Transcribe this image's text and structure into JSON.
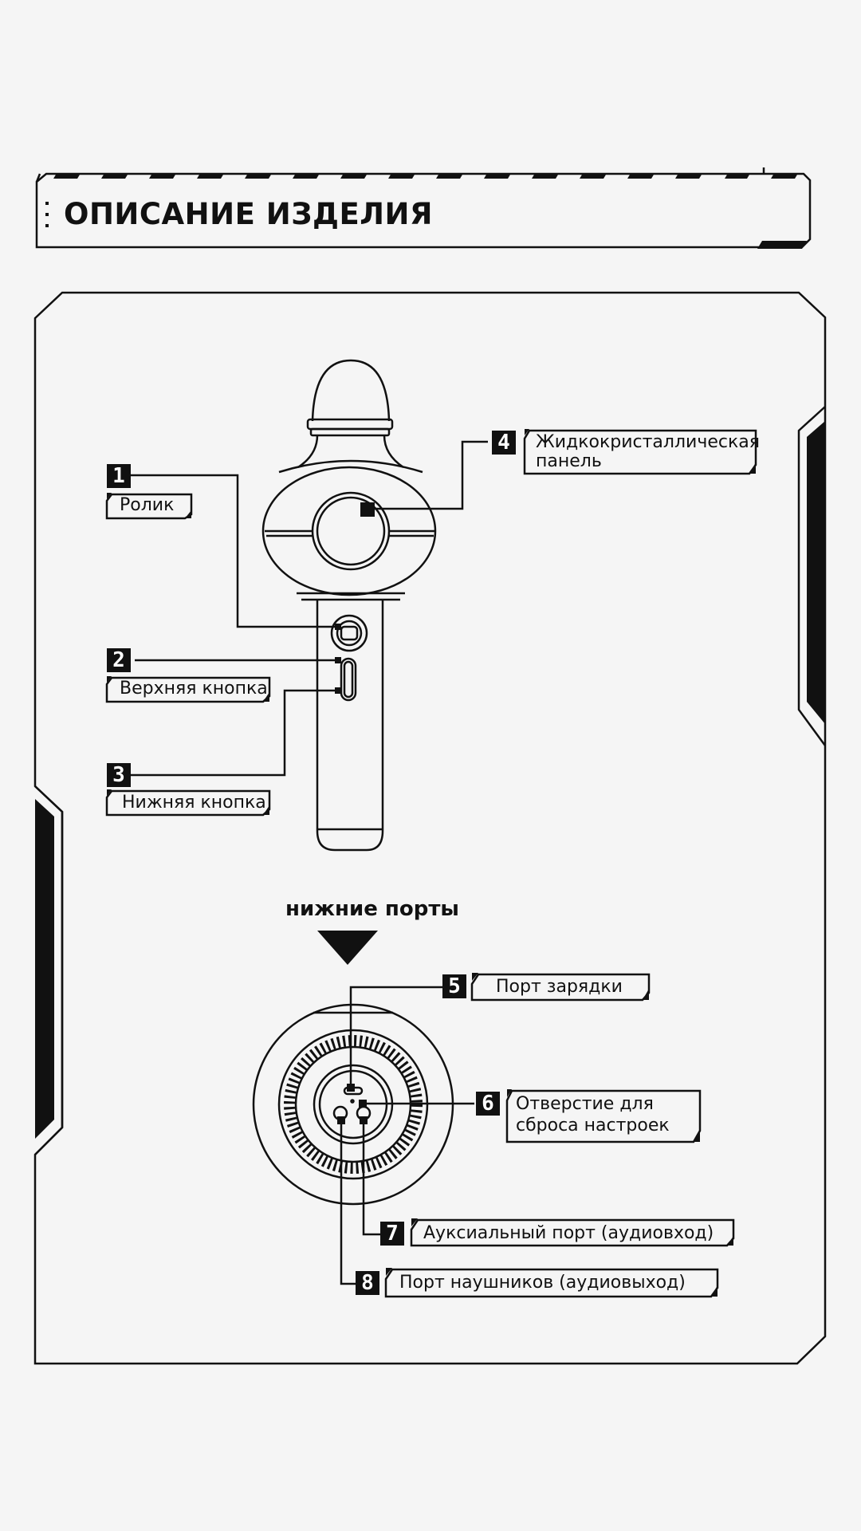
{
  "header": {
    "title": "ОПИСАНИЕ ИЗДЕЛИЯ"
  },
  "section": {
    "bottom_ports_title": "нижние порты"
  },
  "callouts": [
    {
      "num": "1",
      "label": "Ролик"
    },
    {
      "num": "2",
      "label": "Верхняя кнопка"
    },
    {
      "num": "3",
      "label": "Нижняя кнопка"
    },
    {
      "num": "4",
      "label_line1": "Жидкокристаллическая",
      "label_line2": "панель"
    },
    {
      "num": "5",
      "label": "Порт зарядки"
    },
    {
      "num": "6",
      "label_line1": "Отверстие для",
      "label_line2": "сброса настроек"
    },
    {
      "num": "7",
      "label": "Аукс​иальный порт (аудиовход)"
    },
    {
      "num": "8",
      "label": "Порт наушников (аудиовыход)"
    }
  ]
}
